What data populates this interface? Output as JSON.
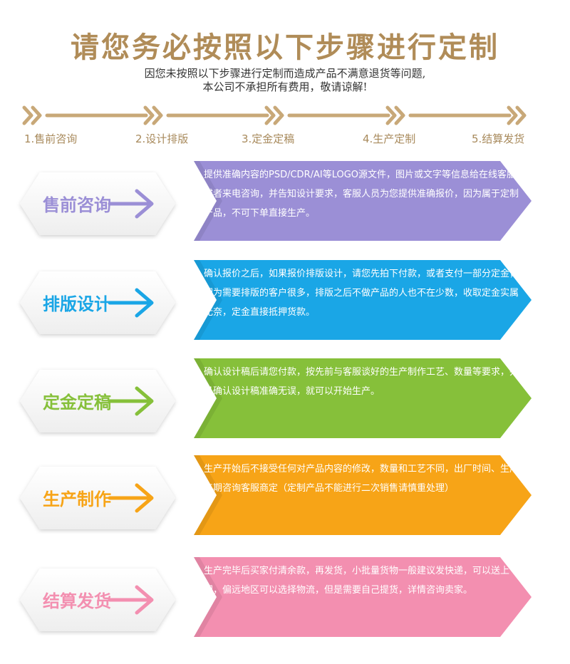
{
  "title": "请您务必按照以下步骤进行定制",
  "subtitle_line1": "因您未按照以下步骤进行定制而造成产品不满意退货等问题,",
  "subtitle_line2": "本公司不承担所有费用，敬请谅解!",
  "colors": {
    "gold": "#b08c58",
    "purple": "#9b8fd6",
    "blue": "#1aa6e6",
    "green": "#86c03a",
    "orange": "#f7a417",
    "pink": "#f38fb0"
  },
  "steps": [
    {
      "label": "1.售前咨询"
    },
    {
      "label": "2.设计排版"
    },
    {
      "label": "3.定金定稿"
    },
    {
      "label": "4.生产定制"
    },
    {
      "label": "5.结算发货"
    }
  ],
  "cards": [
    {
      "name": "售前咨询",
      "color": "#9b8fd6",
      "text": "提供准确内容的PSD/CDR/AI等LOGO源文件，图片或文字等信息给在线客服或者来电咨询，并告知设计要求，客服人员为您提供准确报价，因为属于定制产品，不可下单直接生产。"
    },
    {
      "name": "排版设计",
      "color": "#1aa6e6",
      "text": "确认报价之后，如果报价排版设计，请您先拍下付款，或者支付一部分定金，因为需要排版的客户很多，排版之后不做产品的人也不在少数，收取定金实属无奈，定金直接抵押货款。"
    },
    {
      "name": "定金定稿",
      "color": "#86c03a",
      "text": "确认设计稿后请您付款，按先前与客服谈好的生产制作工艺、数量等要求，并且确认设计稿准确无误，就可以开始生产。"
    },
    {
      "name": "生产制作",
      "color": "#f7a417",
      "text": "生产开始后不接受任何对产品内容的修改，数量和工艺不同，出厂时间、生产工期咨询客服商定（定制产品不能进行二次销售请慎重处理）"
    },
    {
      "name": "结算发货",
      "color": "#f38fb0",
      "text": "生产完毕后买家付清余款，再发货，小批量货物一般建议发快递，可以送上门，偏远地区可以选择物流，但是需要自己提货，详情咨询卖家。"
    }
  ]
}
